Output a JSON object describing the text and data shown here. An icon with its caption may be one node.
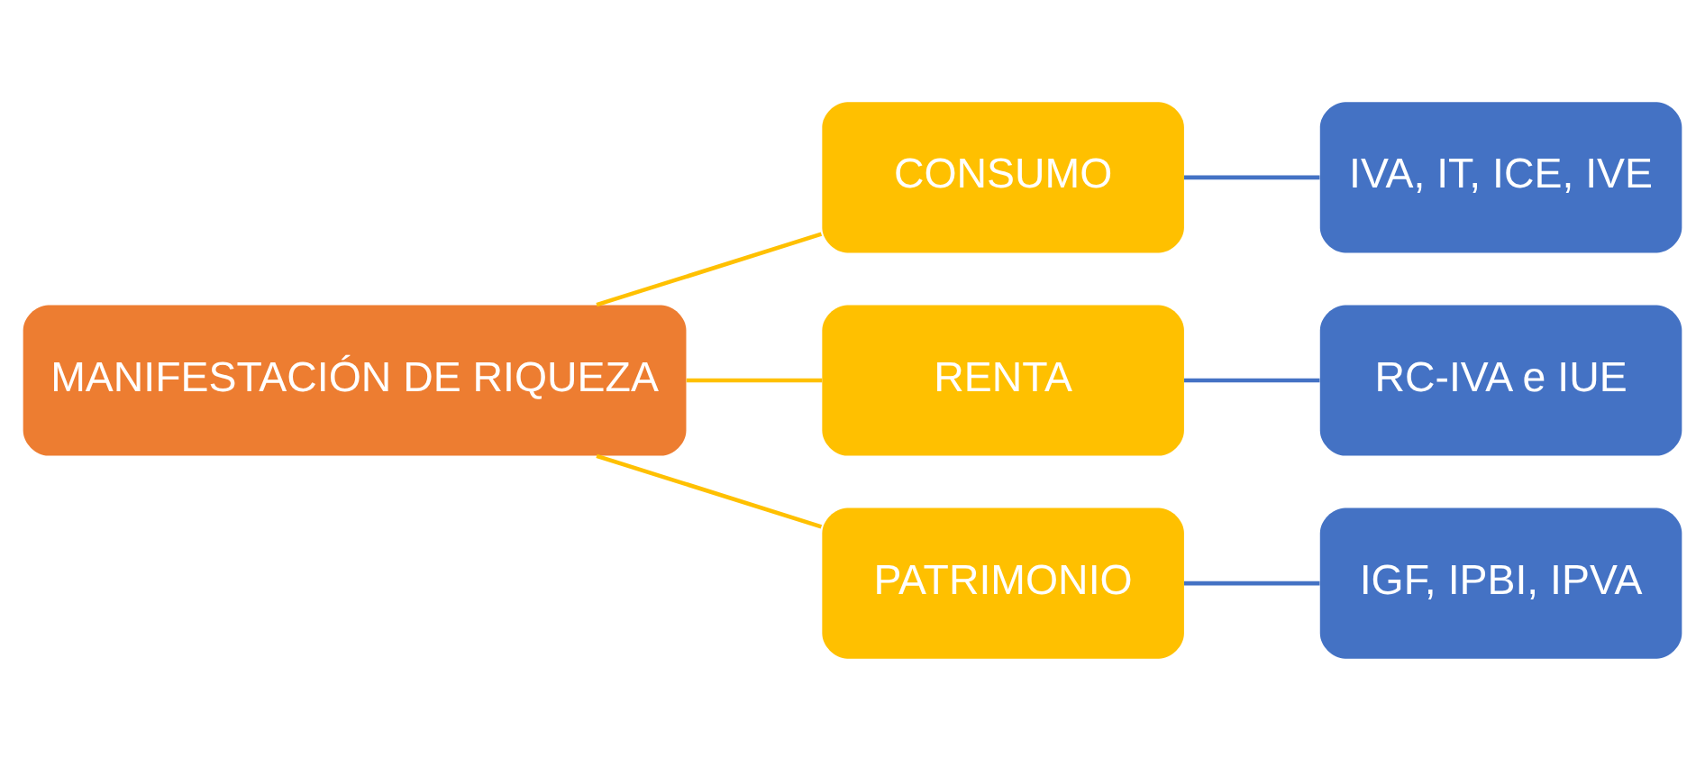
{
  "diagram": {
    "nodes": [
      {
        "text": [
          "MANIFESTACIÓN DE RIQUEZA"
        ]
      },
      {
        "text": [
          "CONSUMO"
        ]
      },
      {
        "text": [
          "RENTA"
        ]
      },
      {
        "text": [
          "PATRIMONIO"
        ]
      },
      {
        "text": [
          "IVA, IT, ICE, IVE"
        ]
      },
      {
        "text": [
          "RC-IVA e IUE"
        ]
      },
      {
        "text": [
          "IGF, IPBI, IPVA"
        ]
      }
    ],
    "edges": [
      {
        "from": 0,
        "to": 1,
        "arrow": "none",
        "color": "#ffc000"
      },
      {
        "from": 0,
        "to": 2,
        "arrow": "none",
        "color": "#ffc000"
      },
      {
        "from": 0,
        "to": 3,
        "arrow": "none",
        "color": "#ffc000"
      },
      {
        "from": 1,
        "to": 4,
        "arrow": "none",
        "color": "#4472c4"
      },
      {
        "from": 2,
        "to": 5,
        "arrow": "none",
        "color": "#4472c4"
      },
      {
        "from": 3,
        "to": 6,
        "arrow": "none",
        "color": "#4472c4"
      }
    ]
  }
}
